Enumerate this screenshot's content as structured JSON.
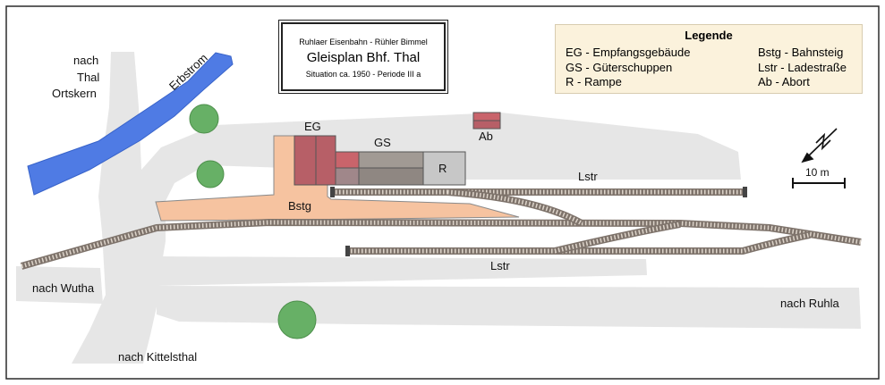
{
  "title_box": {
    "subtitle": "Ruhlaer Eisenbahn - Rühler Bimmel",
    "title": "Gleisplan Bhf. Thal",
    "note": "Situation ca. 1950 - Periode III a"
  },
  "legend": {
    "title": "Legende",
    "items": [
      "EG - Empfangsgebäude",
      "GS - Güterschuppen",
      "R - Rampe",
      "Bstg - Bahnsteig",
      "Lstr - Ladestraße",
      "Ab - Abort"
    ]
  },
  "labels": {
    "thal_line1": "nach",
    "thal_line2": "Thal",
    "thal_line3": "Ortskern",
    "river": "Erbstrom",
    "eg": "EG",
    "gs": "GS",
    "r": "R",
    "ab": "Ab",
    "bstg": "Bstg",
    "lstr_upper": "Lstr",
    "lstr_lower": "Lstr",
    "wutha": "nach Wutha",
    "ruhla": "nach Ruhla",
    "kittelsthal": "nach Kittelsthal",
    "scale": "10 m"
  },
  "colors": {
    "road": "#e6e6e6",
    "river": "#4f7be4",
    "platform": "#f6c3a0",
    "building_eg": "#b75f67",
    "building_gs": "#9c928d",
    "ramp": "#c7c7c7",
    "tree": "#67b066",
    "legend_bg": "#fbf2dc"
  },
  "icons": {
    "north_arrow": "north-arrow-icon",
    "track_buffer": "buffer-stop-icon"
  }
}
